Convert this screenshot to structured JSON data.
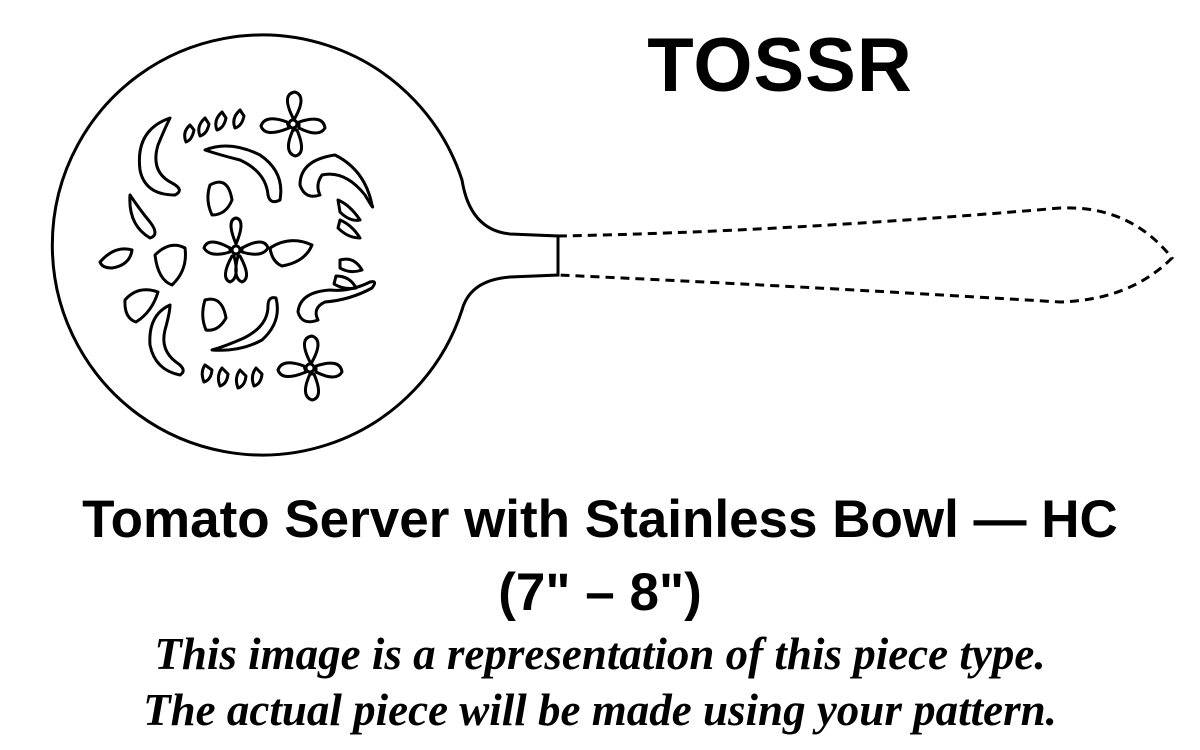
{
  "piece_code": "TOSSR",
  "piece_title": "Tomato Server with Stainless Bowl — HC",
  "piece_size": "(7\" – 8\")",
  "disclaimer": {
    "line1": "This image is a representation of this piece type.",
    "line2": "The actual piece will be made using your pattern."
  },
  "drawing": {
    "bowl_outline": "solid",
    "handle_outline": "dashed",
    "bowl_decoration": "pierced floral scroll"
  }
}
